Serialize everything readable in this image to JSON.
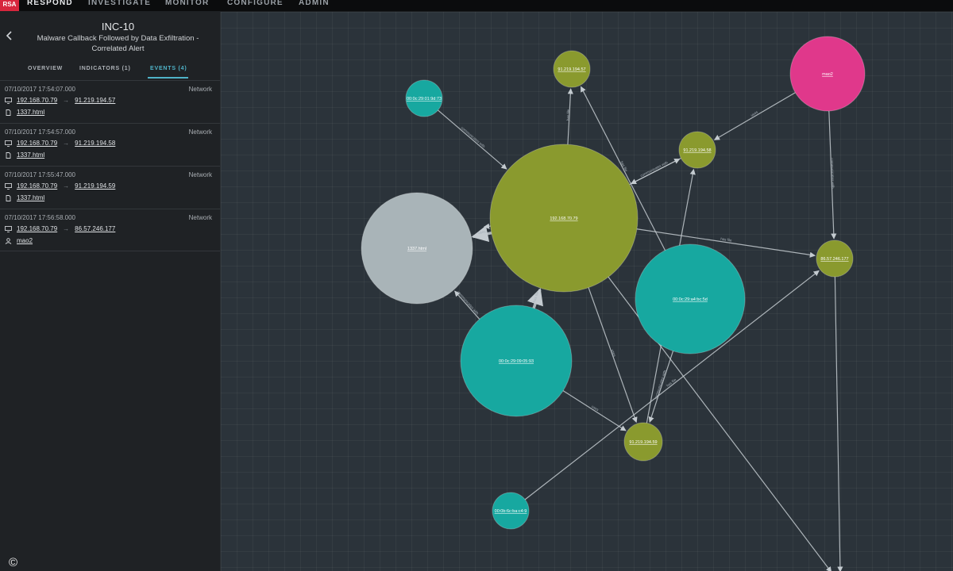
{
  "app": {
    "logo": "RSA",
    "nav": [
      "RESPOND",
      "INVESTIGATE",
      "MONITOR",
      "CONFIGURE",
      "ADMIN"
    ],
    "active_nav": "RESPOND"
  },
  "incident": {
    "id": "INC-10",
    "title_line1": "Malware Callback Followed by Data Exfiltration -",
    "title_line2": "Correlated Alert"
  },
  "tabs": [
    {
      "label": "OVERVIEW",
      "active": false
    },
    {
      "label": "INDICATORS (1)",
      "active": false
    },
    {
      "label": "EVENTS (4)",
      "active": true
    }
  ],
  "events": [
    {
      "time": "07/10/2017 17:54:07.000",
      "type": "Network",
      "src": "192.168.70.79",
      "dst": "91.219.194.57",
      "file": "1337.html",
      "file_icon": "file-icon"
    },
    {
      "time": "07/10/2017 17:54:57.000",
      "type": "Network",
      "src": "192.168.70.79",
      "dst": "91.219.194.58",
      "file": "1337.html",
      "file_icon": "file-icon"
    },
    {
      "time": "07/10/2017 17:55:47.000",
      "type": "Network",
      "src": "192.168.70.79",
      "dst": "91.219.194.59",
      "file": "1337.html",
      "file_icon": "file-icon"
    },
    {
      "time": "07/10/2017 17:56:58.000",
      "type": "Network",
      "src": "192.168.70.79",
      "dst": "86.57.246.177",
      "file": "mao2",
      "file_icon": "user-icon"
    }
  ],
  "graph": {
    "colors": {
      "host": "#8a9a2e",
      "mac": "#17a8a0",
      "file": "#a9b4b8",
      "user": "#e0388b",
      "edge": "#c4cbd0"
    },
    "nodes": [
      {
        "id": "n_main",
        "label": "192.168.70.79",
        "kind": "host"
      },
      {
        "id": "n_file",
        "label": "1337.html",
        "kind": "file"
      },
      {
        "id": "n_mac1",
        "label": "00:0c:29:09:05:93",
        "kind": "mac"
      },
      {
        "id": "n_mac2",
        "label": "00:0c:29:a4:bc:5d",
        "kind": "mac"
      },
      {
        "id": "n_user",
        "label": "mao2",
        "kind": "user"
      },
      {
        "id": "n_57",
        "label": "91.219.194.57",
        "kind": "host"
      },
      {
        "id": "n_58",
        "label": "91.219.194.58",
        "kind": "host"
      },
      {
        "id": "n_59",
        "label": "91.219.194.59",
        "kind": "host"
      },
      {
        "id": "n_177",
        "label": "86.57.246.177",
        "kind": "host"
      },
      {
        "id": "n_mac3",
        "label": "00:0c:29:01:9d:73",
        "kind": "mac"
      },
      {
        "id": "n_mac4",
        "label": "00:0b:6c:ba:c4:9",
        "kind": "mac"
      }
    ],
    "edge_labels": [
      "communicates with",
      "has file",
      "uses",
      "communicates with",
      "has file",
      "uses",
      "communicates with",
      "has file",
      "uses",
      "communicates with",
      "has file",
      "uses",
      "communicates with",
      "has file"
    ]
  },
  "footer": {
    "copyright": "©"
  }
}
